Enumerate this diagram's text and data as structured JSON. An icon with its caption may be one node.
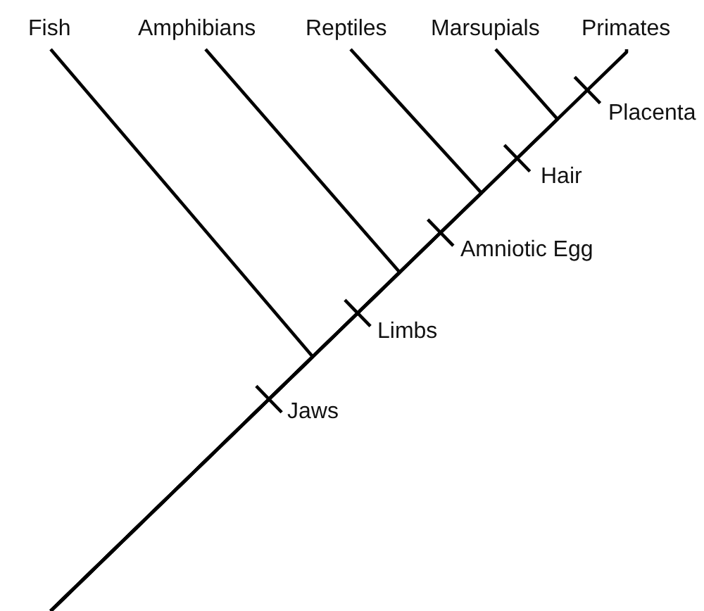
{
  "diagram": {
    "nodes": [
      {
        "text": [
          "Fish"
        ]
      },
      {
        "text": [
          "Amphibians"
        ]
      },
      {
        "text": [
          "Reptiles"
        ]
      },
      {
        "text": [
          "Marsupials"
        ]
      },
      {
        "text": [
          "Primates"
        ]
      }
    ],
    "edges": [
      {
        "from": null,
        "to": 0,
        "arrow": "none"
      },
      {
        "from": null,
        "to": 1,
        "arrow": "none"
      },
      {
        "from": null,
        "to": 2,
        "arrow": "none"
      },
      {
        "from": null,
        "to": 3,
        "arrow": "none"
      },
      {
        "from": null,
        "to": 4,
        "arrow": "none"
      }
    ],
    "labels": [
      "Placenta",
      "Hair",
      "Amniotic Egg",
      "Limbs",
      "Jaws"
    ]
  }
}
